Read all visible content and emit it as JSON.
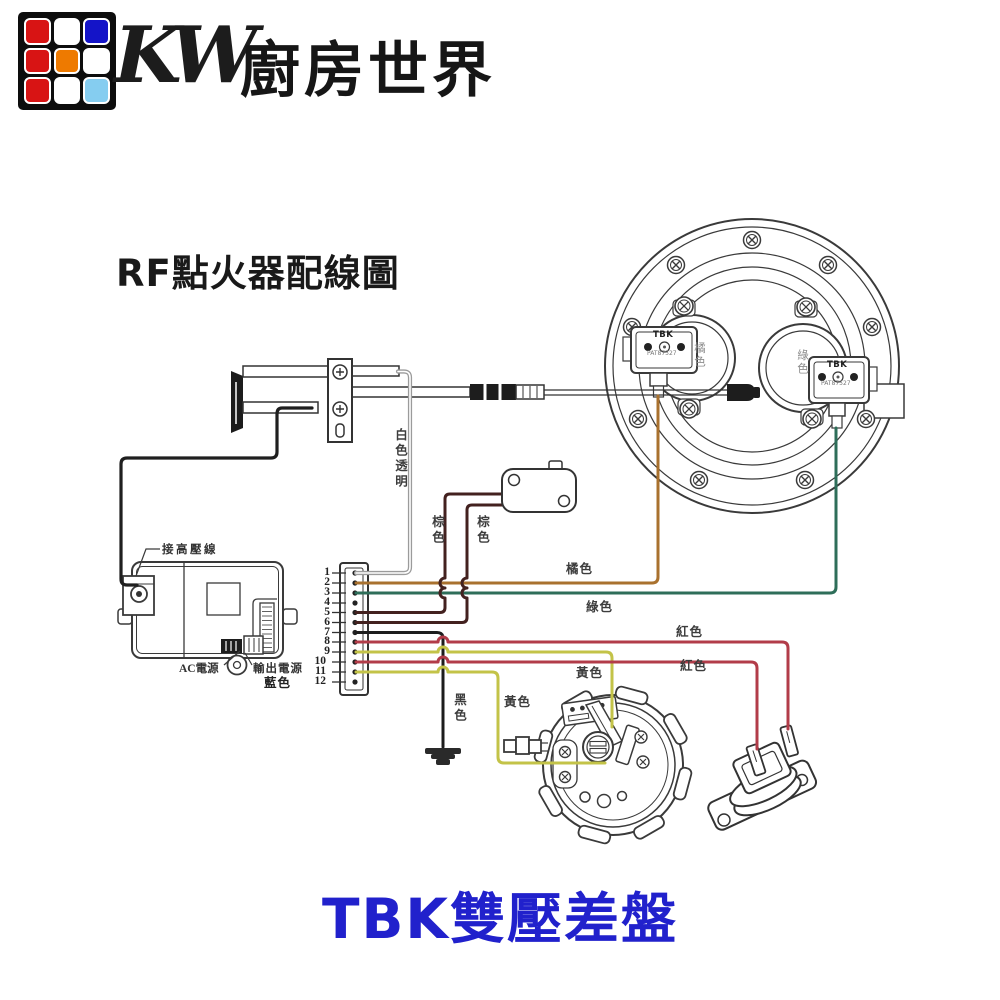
{
  "brand": {
    "kw": "KW",
    "name_cn": "廚房世界",
    "grid_colors": [
      "#d81414",
      "#ffffff",
      "#1414c8",
      "#d81414",
      "#ee7a00",
      "#ffffff",
      "#d81414",
      "#ffffff",
      "#85cdf0"
    ]
  },
  "titles": {
    "diagram_title": "RF點火器配線圖",
    "caption": "TBK雙壓差盤"
  },
  "wire_labels": {
    "white_transparent": "白色透明",
    "brown": "棕色",
    "orange": "橘色",
    "green": "綠色",
    "red": "紅色",
    "yellow": "黃色",
    "black": "黑色"
  },
  "component_labels": {
    "hv_wire": "接高壓線",
    "ac_power": "AC電源",
    "output_power": "輸出電源",
    "blue": "藍色",
    "plate_orange": "橘色",
    "plate_green": "綠色",
    "tbk": "TBK",
    "patent": "PAT87527"
  },
  "pins": [
    "1",
    "2",
    "3",
    "4",
    "5",
    "6",
    "7",
    "8",
    "9",
    "10",
    "11",
    "12"
  ],
  "colors": {
    "orange": "#a9712e",
    "green": "#2e6e59",
    "brown": "#43211f",
    "red": "#b23c49",
    "yellow": "#c3c348",
    "black": "#1d1d1d",
    "gray": "#9b9b9b",
    "hv_black": "#1f1f1f",
    "caption_blue": "#2121cc",
    "ink": "#3a3a3a"
  }
}
